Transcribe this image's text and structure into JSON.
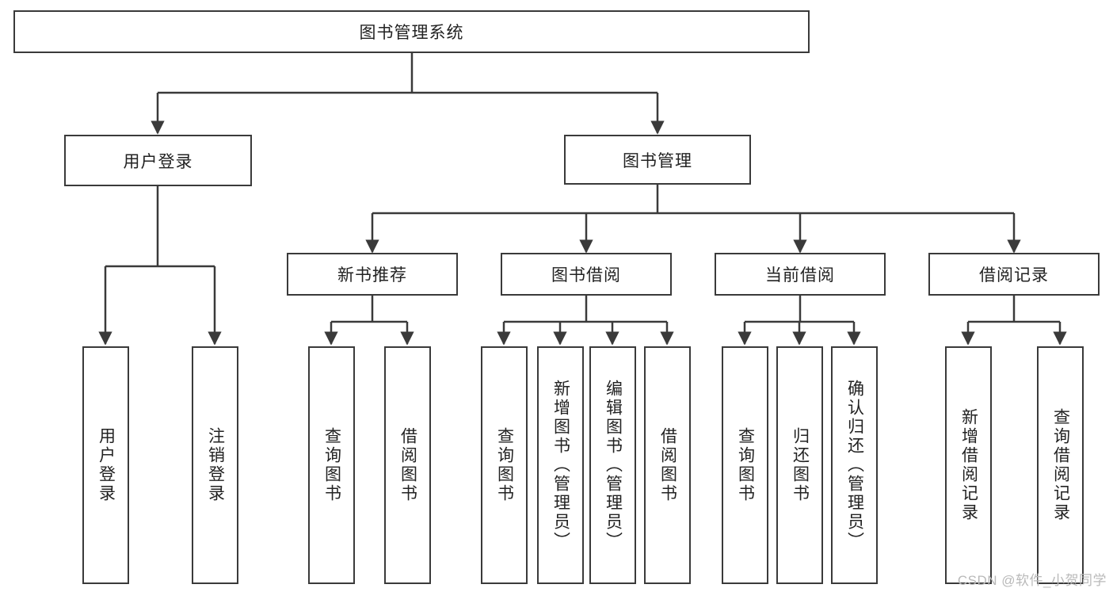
{
  "diagram": {
    "title": "图书管理系统",
    "root": {
      "label": "图书管理系统"
    },
    "level2": [
      {
        "label": "用户登录"
      },
      {
        "label": "图书管理"
      }
    ],
    "level3": [
      {
        "label": "新书推荐"
      },
      {
        "label": "图书借阅"
      },
      {
        "label": "当前借阅"
      },
      {
        "label": "借阅记录"
      }
    ],
    "leaves": {
      "user_login": [
        {
          "label": "用户登录"
        },
        {
          "label": "注销登录"
        }
      ],
      "new_book_recommend": [
        {
          "label": "查询图书"
        },
        {
          "label": "借阅图书"
        }
      ],
      "book_borrow": [
        {
          "label": "查询图书"
        },
        {
          "label": "新增图书（管理员）"
        },
        {
          "label": "编辑图书（管理员）"
        },
        {
          "label": "借阅图书"
        }
      ],
      "current_borrow": [
        {
          "label": "查询图书"
        },
        {
          "label": "归还图书"
        },
        {
          "label": "确认归还（管理员）"
        }
      ],
      "borrow_record": [
        {
          "label": "新增借阅记录"
        },
        {
          "label": "查询借阅记录"
        }
      ]
    }
  },
  "watermark": {
    "text": "CSDN @软件_小贺同学"
  },
  "colors": {
    "box_border": "#3a3a3a",
    "box_fill": "#ffffff",
    "connector": "#3a3a3a",
    "text": "#222222",
    "watermark": "#b9b9b9"
  }
}
